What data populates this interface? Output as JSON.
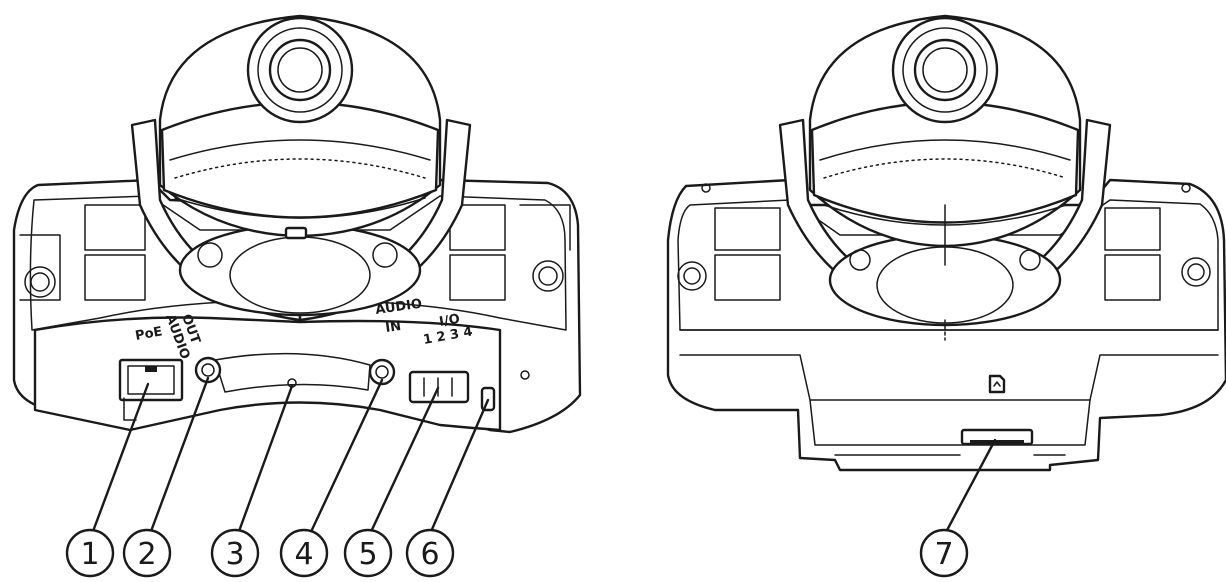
{
  "port_labels": {
    "poe": "PoE",
    "audio_out_line1": "AUDIO",
    "audio_out_line2": "OUT",
    "audio_in_line1": "AUDIO",
    "audio_in_line2": "IN",
    "io_line1": "I/O",
    "io_line2": "1 2 3 4"
  },
  "callouts": [
    "1",
    "2",
    "3",
    "4",
    "5",
    "6",
    "7"
  ]
}
